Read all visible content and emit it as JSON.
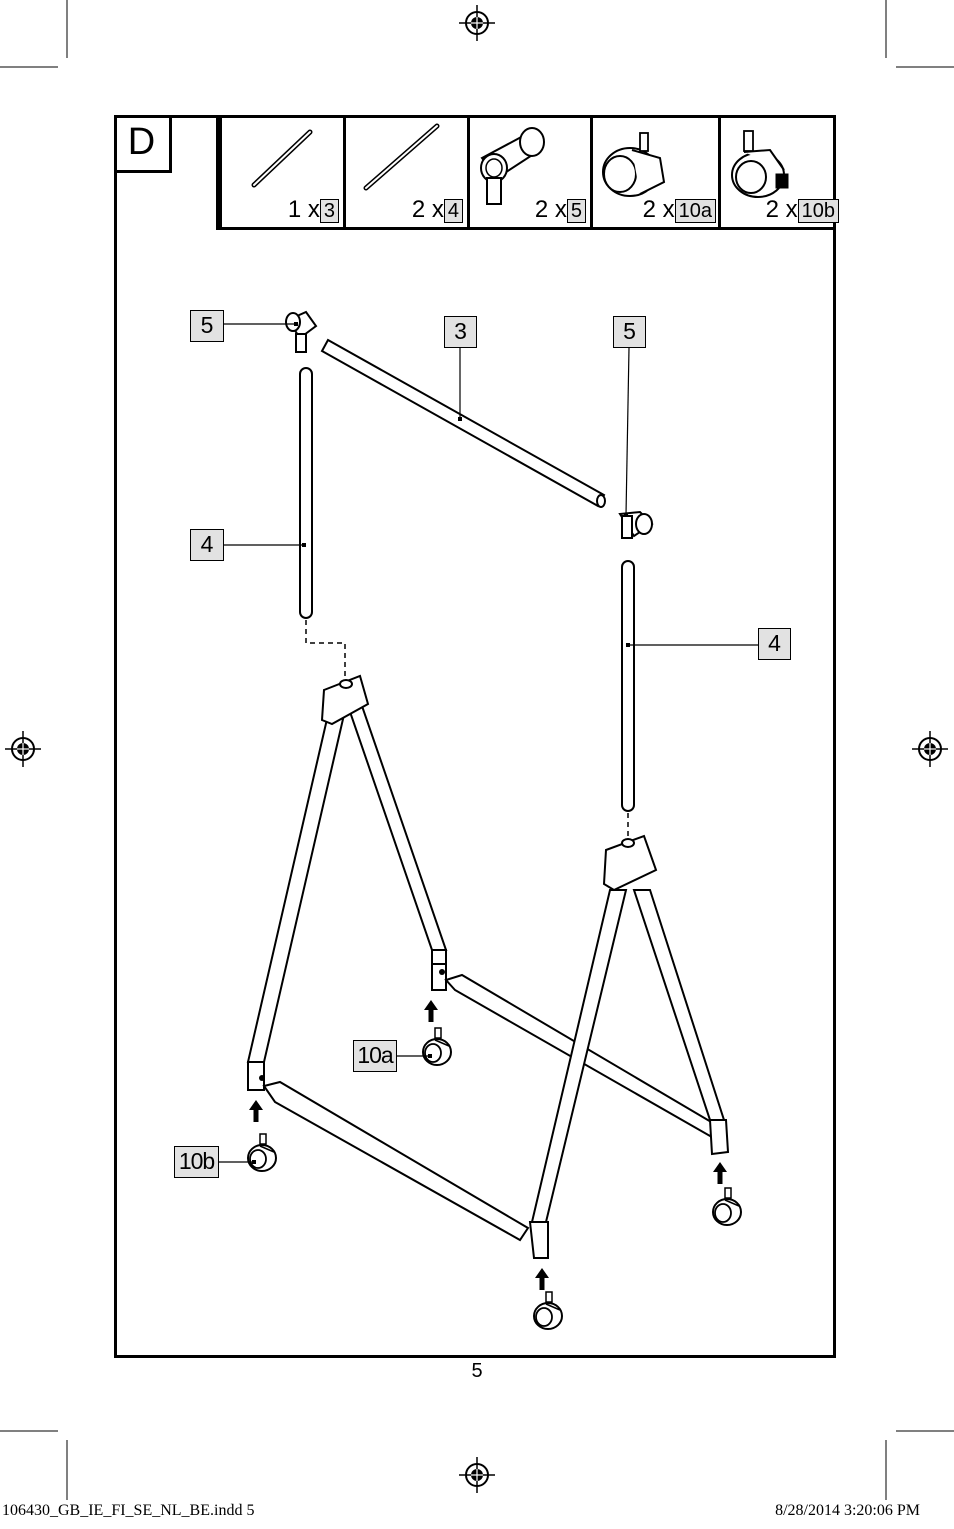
{
  "step": "D",
  "parts": [
    {
      "qty": "1 x",
      "num": "3"
    },
    {
      "qty": "2 x",
      "num": "4"
    },
    {
      "qty": "2 x",
      "num": "5"
    },
    {
      "qty": "2 x",
      "num": "10a"
    },
    {
      "qty": "2 x",
      "num": "10b"
    }
  ],
  "callouts": {
    "top_left_connector": "5",
    "crossbar": "3",
    "top_right_connector": "5",
    "left_pole": "4",
    "right_pole": "4",
    "caster_a": "10a",
    "caster_b": "10b"
  },
  "page_number": "5",
  "footer": {
    "file": "106430_GB_IE_FI_SE_NL_BE.indd   5",
    "timestamp": "8/28/2014   3:20:06 PM"
  }
}
